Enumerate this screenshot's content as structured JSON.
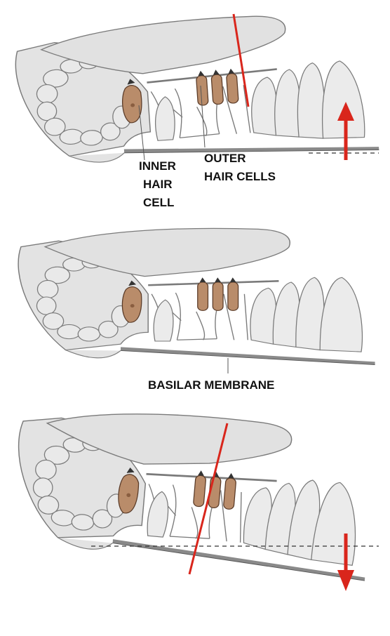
{
  "labels": {
    "inner_hair_cell": [
      "INNER",
      "HAIR",
      "CELL"
    ],
    "outer_hair_cells": [
      "OUTER",
      "HAIR CELLS"
    ],
    "basilar_membrane": "BASILAR MEMBRANE"
  },
  "panels": [
    {
      "state": "basilar membrane displaced upward",
      "arrow": "up"
    },
    {
      "state": "resting position",
      "arrow": "none"
    },
    {
      "state": "basilar membrane displaced downward",
      "arrow": "down"
    }
  ],
  "colors": {
    "tissue_fill": "#e3e3e3",
    "tissue_stroke": "#7a7a7a",
    "hair_cell_fill": "#b98c6a",
    "hair_cell_stroke": "#5a3b28",
    "indicator_red": "#d9261c",
    "membrane_dark": "#8a8a8a"
  }
}
